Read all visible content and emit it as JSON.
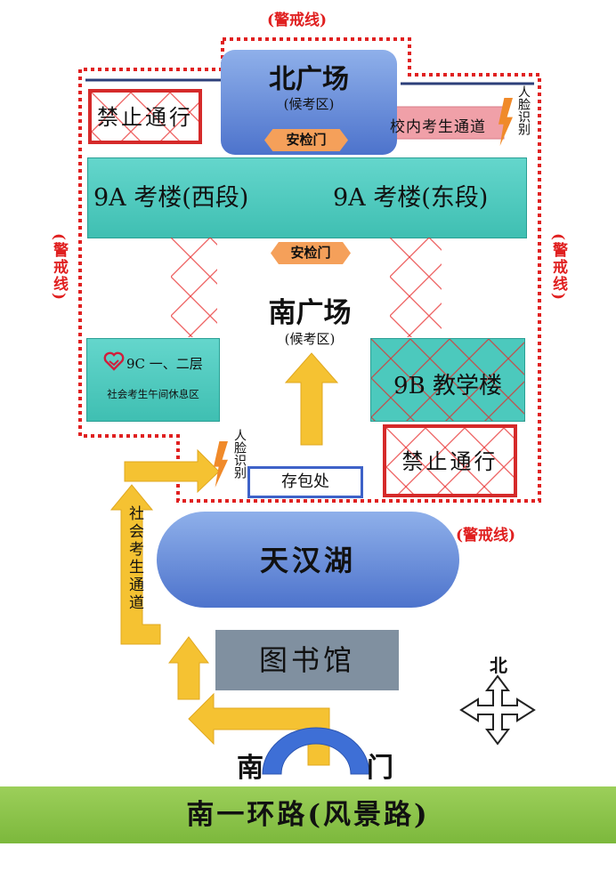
{
  "labels": {
    "cordon_top": "(警戒线)",
    "cordon_left": "(警戒线)",
    "cordon_right": "(警戒线)",
    "cordon_bottom": "(警戒线)",
    "north_plaza": "北广场",
    "north_plaza_sub": "(候考区)",
    "security_gate_north": "安检门",
    "no_entry_left": "禁止通行",
    "campus_channel": "校内考生通道",
    "face_id_top": "人脸识别",
    "building_9a_west": "9A 考楼(西段)",
    "building_9a_east": "9A 考楼(东段)",
    "security_gate_south": "安检门",
    "south_plaza": "南广场",
    "south_plaza_sub": "(候考区)",
    "building_9c": "9C 一、二层",
    "building_9c_sub": "社会考生午间休息区",
    "building_9b": "9B 教学楼",
    "no_entry_right": "禁止通行",
    "face_id_bottom": "人脸识别",
    "bag_storage": "存包处",
    "lake": "天汉湖",
    "public_channel": "社会考生通道",
    "library": "图书馆",
    "compass_north": "北",
    "south_gate_left": "南",
    "south_gate_right": "门",
    "road": "南一环路(风景路)"
  },
  "colors": {
    "cordon": "#e02020",
    "teal_building": "#4cc9bd",
    "plaza_blue": "#6f8fdc",
    "arrow_yellow": "#f5c232",
    "pink_arrow": "#f0a0a8",
    "road_green": "#8cc34a",
    "library_gray": "#8090a0",
    "orange_badge": "#f5a05a"
  },
  "icons": {
    "face_id": "lightning-icon",
    "compass": "compass-arrows-icon",
    "rest_area": "heart-hands-icon"
  }
}
